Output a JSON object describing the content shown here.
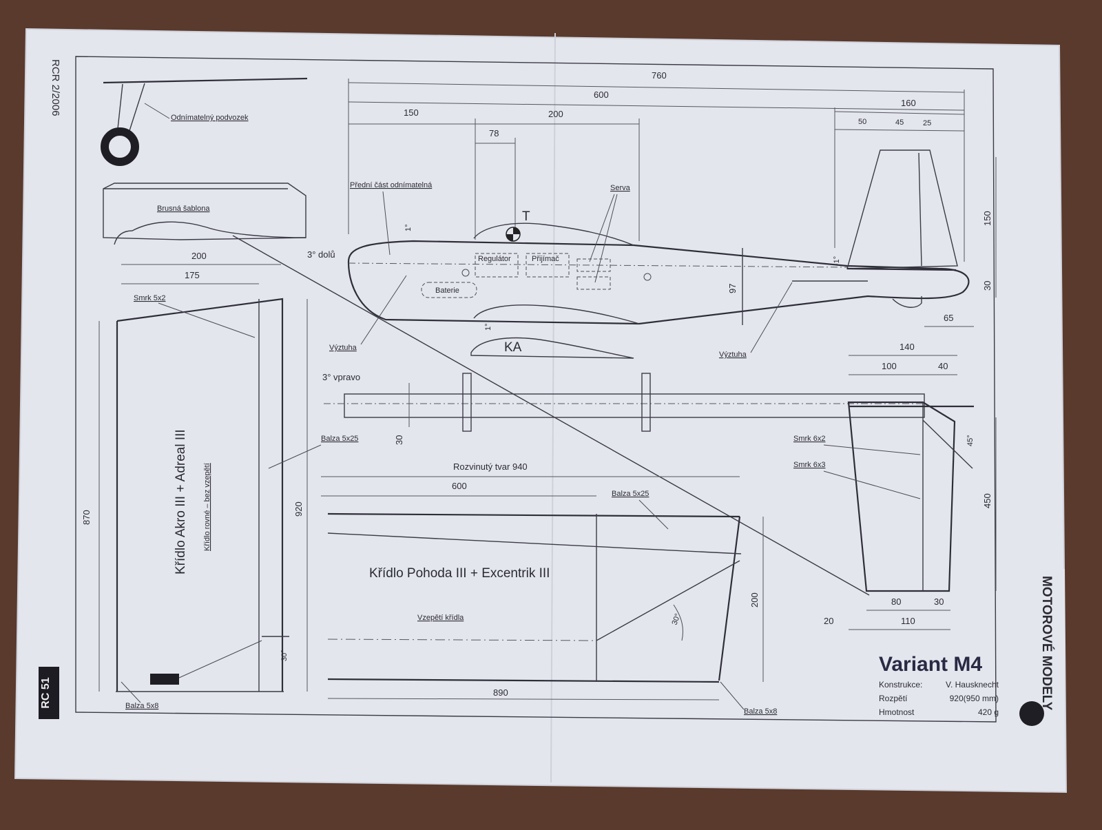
{
  "sheet": {
    "issue": "RCR 2/2006",
    "page_badge": "RC 51",
    "side_label": "MOTOROVÉ MODELY"
  },
  "title_block": {
    "title": "Variant M4",
    "rows": [
      {
        "key": "Konstrukce:",
        "value": "V. Hausknecht"
      },
      {
        "key": "Rozpětí",
        "value": "920(950 mm)"
      },
      {
        "key": "Hmotnost",
        "value": "420 g"
      }
    ]
  },
  "labels": {
    "gear": "Odnímatelný podvozek",
    "sanding": "Brusná šablona",
    "front_removable": "Přední část odnímatelná",
    "servos": "Serva",
    "regulator": "Regulátor",
    "receiver": "Přijímač",
    "battery": "Baterie",
    "stiffener_left": "Výztuha",
    "stiffener_right": "Výztuha",
    "down_thrust": "3° dolů",
    "right_thrust": "3° vpravo",
    "airfoil_t": "T",
    "airfoil_ka": "KA",
    "deg1_top": "1°",
    "deg1_bottom": "1°",
    "deg1_tail": "-1°",
    "spruce_5x2": "Smrk 5x2",
    "balsa_5x25_left": "Balza 5x25",
    "balsa_5x25_mid": "Balza 5x25",
    "balsa_5x8_left": "Balza 5x8",
    "balsa_5x8_right": "Balza 5x8",
    "spruce_6x2": "Smrk 6x2",
    "spruce_6x3": "Smrk 6x3",
    "wing_left_title": "Křídlo Akro III + Adreal III",
    "wing_left_sub": "Křídlo rovné – bez vzepětí",
    "wing_right_title": "Křídlo Pohoda III + Excentrik III",
    "dihedral": "Vzepětí křídla",
    "unfolded": "Rozvinutý tvar 940",
    "deg30_a": "30°",
    "deg30_b": "30°",
    "deg45": "45°"
  },
  "dimensions": {
    "d760": "760",
    "d600_top": "600",
    "d150": "150",
    "d200_top": "200",
    "d78": "78",
    "d160": "160",
    "d50": "50",
    "d45": "45",
    "d25": "25",
    "d150_fin": "150",
    "d30_fin": "30",
    "d97": "97",
    "d65": "65",
    "d200_left": "200",
    "d175": "175",
    "d870": "870",
    "d920": "920",
    "d30_spar": "30",
    "d140": "140",
    "d100": "100",
    "d40": "40",
    "d450": "450",
    "d80": "80",
    "d30_bot": "30",
    "d20": "20",
    "d110": "110",
    "d600_wing": "600",
    "d200_wing": "200",
    "d890": "890"
  }
}
